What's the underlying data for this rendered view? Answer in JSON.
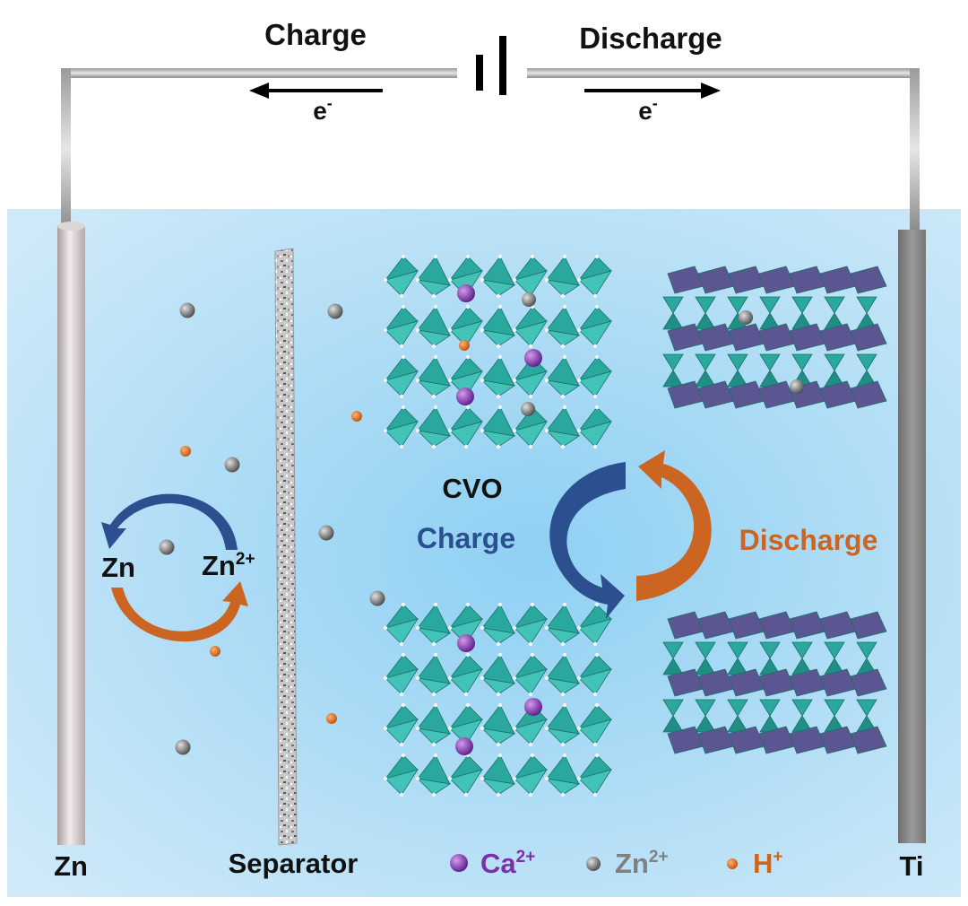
{
  "circuit": {
    "charge_label": "Charge",
    "discharge_label": "Discharge",
    "electron_left": "e",
    "electron_right": "e",
    "electron_superscript": "-"
  },
  "cell": {
    "anode_label": "Zn",
    "cathode_label": "Ti",
    "separator_label": "Separator"
  },
  "anode_cycle": {
    "metal_label": "Zn",
    "ion_base": "Zn",
    "ion_charge": "2+"
  },
  "cathode_cycle": {
    "material_label": "CVO",
    "charge_label": "Charge",
    "discharge_label": "Discharge"
  },
  "legend": [
    {
      "base": "Ca",
      "sup": "2+",
      "color": "#7b2fa8"
    },
    {
      "base": "Zn",
      "sup": "2+",
      "color": "#808080"
    },
    {
      "base": "H",
      "sup": "+",
      "color": "#d06418"
    }
  ],
  "colors": {
    "charge_arrow": "#2b4f8f",
    "discharge_arrow": "#cc6522",
    "layer_teal": "#2aa89e",
    "layer_purple": "#5b5591",
    "electrolyte": "#bfe2f6"
  }
}
